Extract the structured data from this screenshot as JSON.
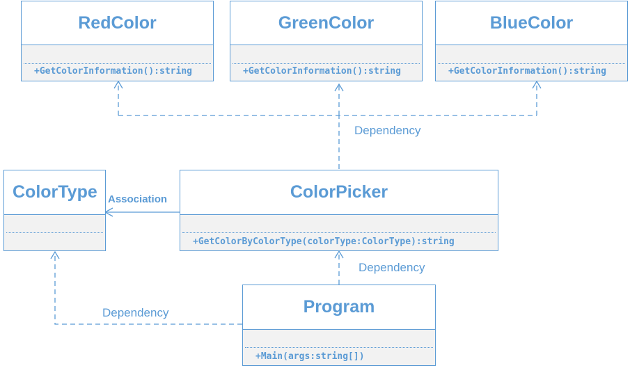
{
  "classes": {
    "red": {
      "name": "RedColor",
      "operation": "+GetColorInformation():string"
    },
    "green": {
      "name": "GreenColor",
      "operation": "+GetColorInformation():string"
    },
    "blue": {
      "name": "BlueColor",
      "operation": "+GetColorInformation():string"
    },
    "colortype": {
      "name": "ColorType"
    },
    "colorpicker": {
      "name": "ColorPicker",
      "operation": "+GetColorByColorType(colorType:ColorType):string"
    },
    "program": {
      "name": "Program",
      "operation": "+Main(args:string[])"
    }
  },
  "relations": {
    "dependency_label": "Dependency",
    "association_label": "Association"
  },
  "colors": {
    "accent": "#5b9bd5",
    "compartment": "#f2f2f2"
  }
}
